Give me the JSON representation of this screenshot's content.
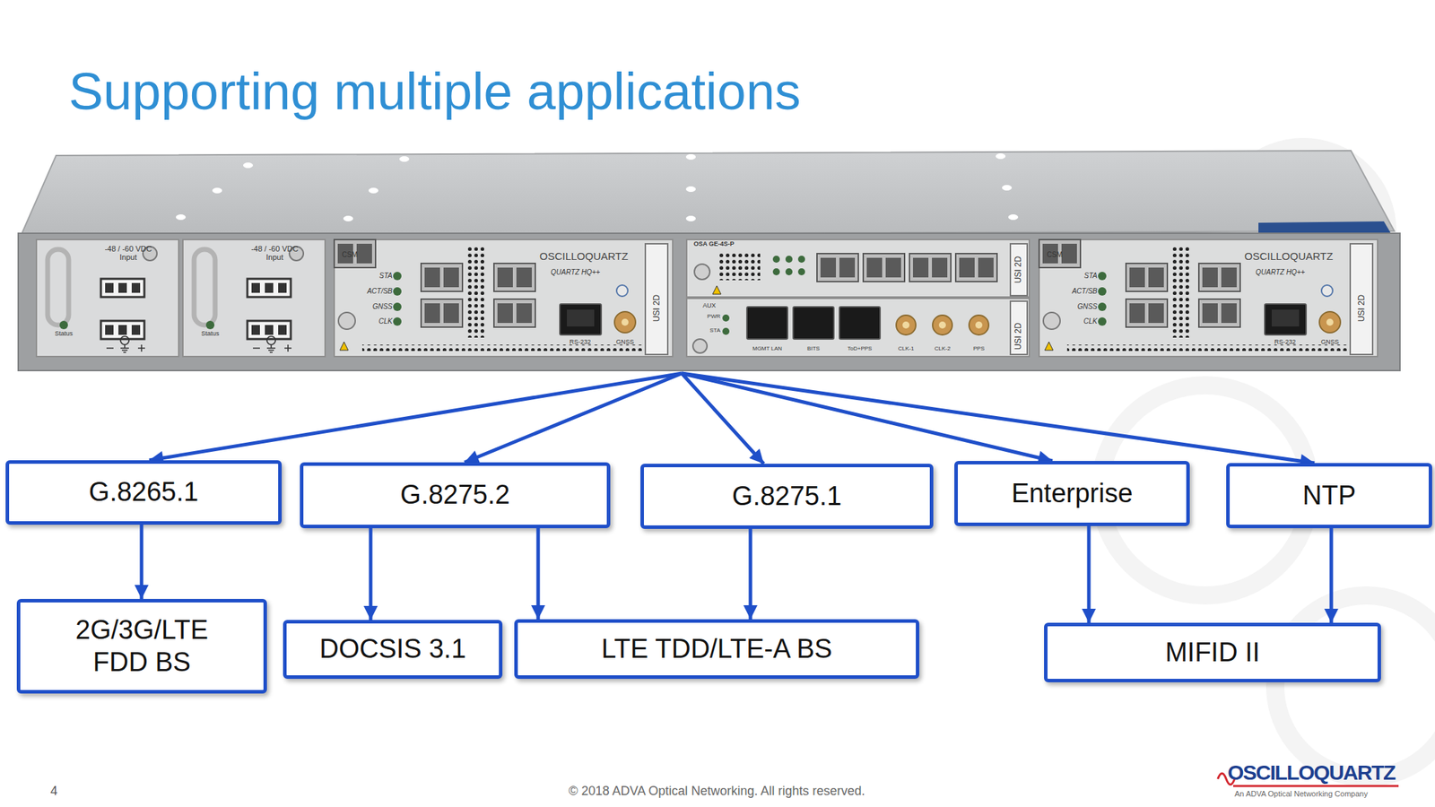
{
  "diagram": {
    "title": "Supporting multiple applications",
    "nodes": [
      {
        "text": [
          "G.8265.1"
        ]
      },
      {
        "text": [
          "G.8275.2"
        ]
      },
      {
        "text": [
          "G.8275.1"
        ]
      },
      {
        "text": [
          "Enterprise"
        ]
      },
      {
        "text": [
          "NTP"
        ]
      },
      {
        "text": [
          "2G/3G/LTE FDD BS"
        ]
      },
      {
        "text": [
          "DOCSIS 3.1"
        ]
      },
      {
        "text": [
          "LTE TDD/LTE-A BS"
        ]
      },
      {
        "text": [
          "MIFID II"
        ]
      }
    ],
    "edges": [
      {
        "from": 0,
        "to": 5,
        "arrow": "to"
      },
      {
        "from": 1,
        "to": 6,
        "arrow": "to"
      },
      {
        "from": 1,
        "to": 7,
        "arrow": "to"
      },
      {
        "from": 2,
        "to": 7,
        "arrow": "to"
      },
      {
        "from": 3,
        "to": 8,
        "arrow": "to"
      },
      {
        "from": 4,
        "to": 8,
        "arrow": "to"
      }
    ],
    "labels": [
      "-48 / -60 VDC Input",
      "Status",
      "-48 / -60 VDC Input",
      "Status",
      "CSM",
      "STA",
      "ACT/SB",
      "GNSS",
      "CLK",
      "OSCILLOQUARTZ",
      "QUARTZ HQ++",
      "RS-232",
      "GNSS",
      "USI 2D",
      "OSA GE-4S-P",
      "USI 2D",
      "AUX",
      "PWR",
      "STA",
      "MGMT LAN",
      "BITS",
      "ToD+PPS",
      "CLK-1",
      "CLK-2",
      "PPS",
      "USI 2D",
      "CSM",
      "STA",
      "ACT/SB",
      "GNSS",
      "CLK",
      "OSCILLOQUARTZ",
      "QUARTZ HQ++",
      "RS-232",
      "GNSS",
      "USI 2D",
      "4",
      "© 2018 ADVA Optical Networking. All rights reserved.",
      "OSCILLOQUARTZ",
      "An ADVA Optical Networking Company"
    ]
  }
}
